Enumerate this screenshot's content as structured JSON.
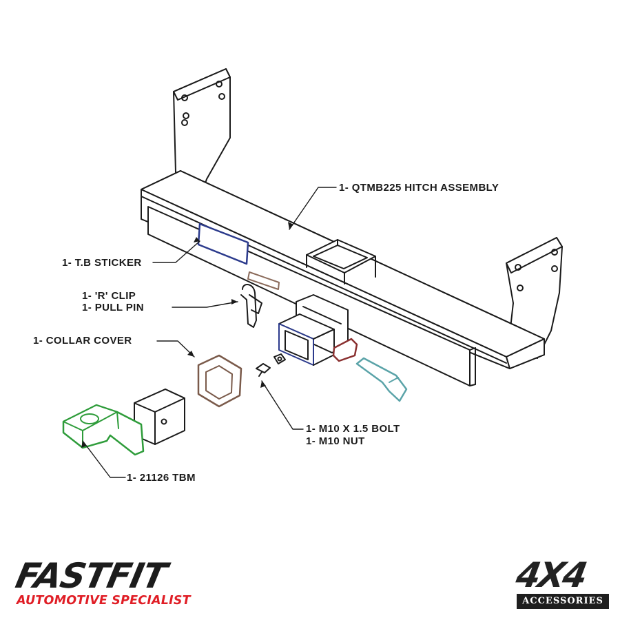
{
  "labels": {
    "hitch_assembly": "1- QTMB225 HITCH ASSEMBLY",
    "tb_sticker": "1- T.B STICKER",
    "r_clip": "1- 'R' CLIP",
    "pull_pin": "1- PULL PIN",
    "collar_cover": "1- COLLAR COVER",
    "bolt": "1- M10 X 1.5 BOLT",
    "nut": "1- M10 NUT",
    "tbm": "1- 21126 TBM"
  },
  "brands": {
    "left_name": "FASTFIT",
    "left_tagline": "AUTOMOTIVE SPECIALIST",
    "right_name": "4X4",
    "right_tagline": "ACCESSORIES"
  },
  "colors": {
    "line": "#1a1a1a",
    "sticker": "#2b3a8c",
    "collar": "#7a5a4a",
    "tbm": "#2e9c3a",
    "pin": "#5aa3a8",
    "clip": "#8a3030",
    "brand_red": "#e01e26"
  }
}
